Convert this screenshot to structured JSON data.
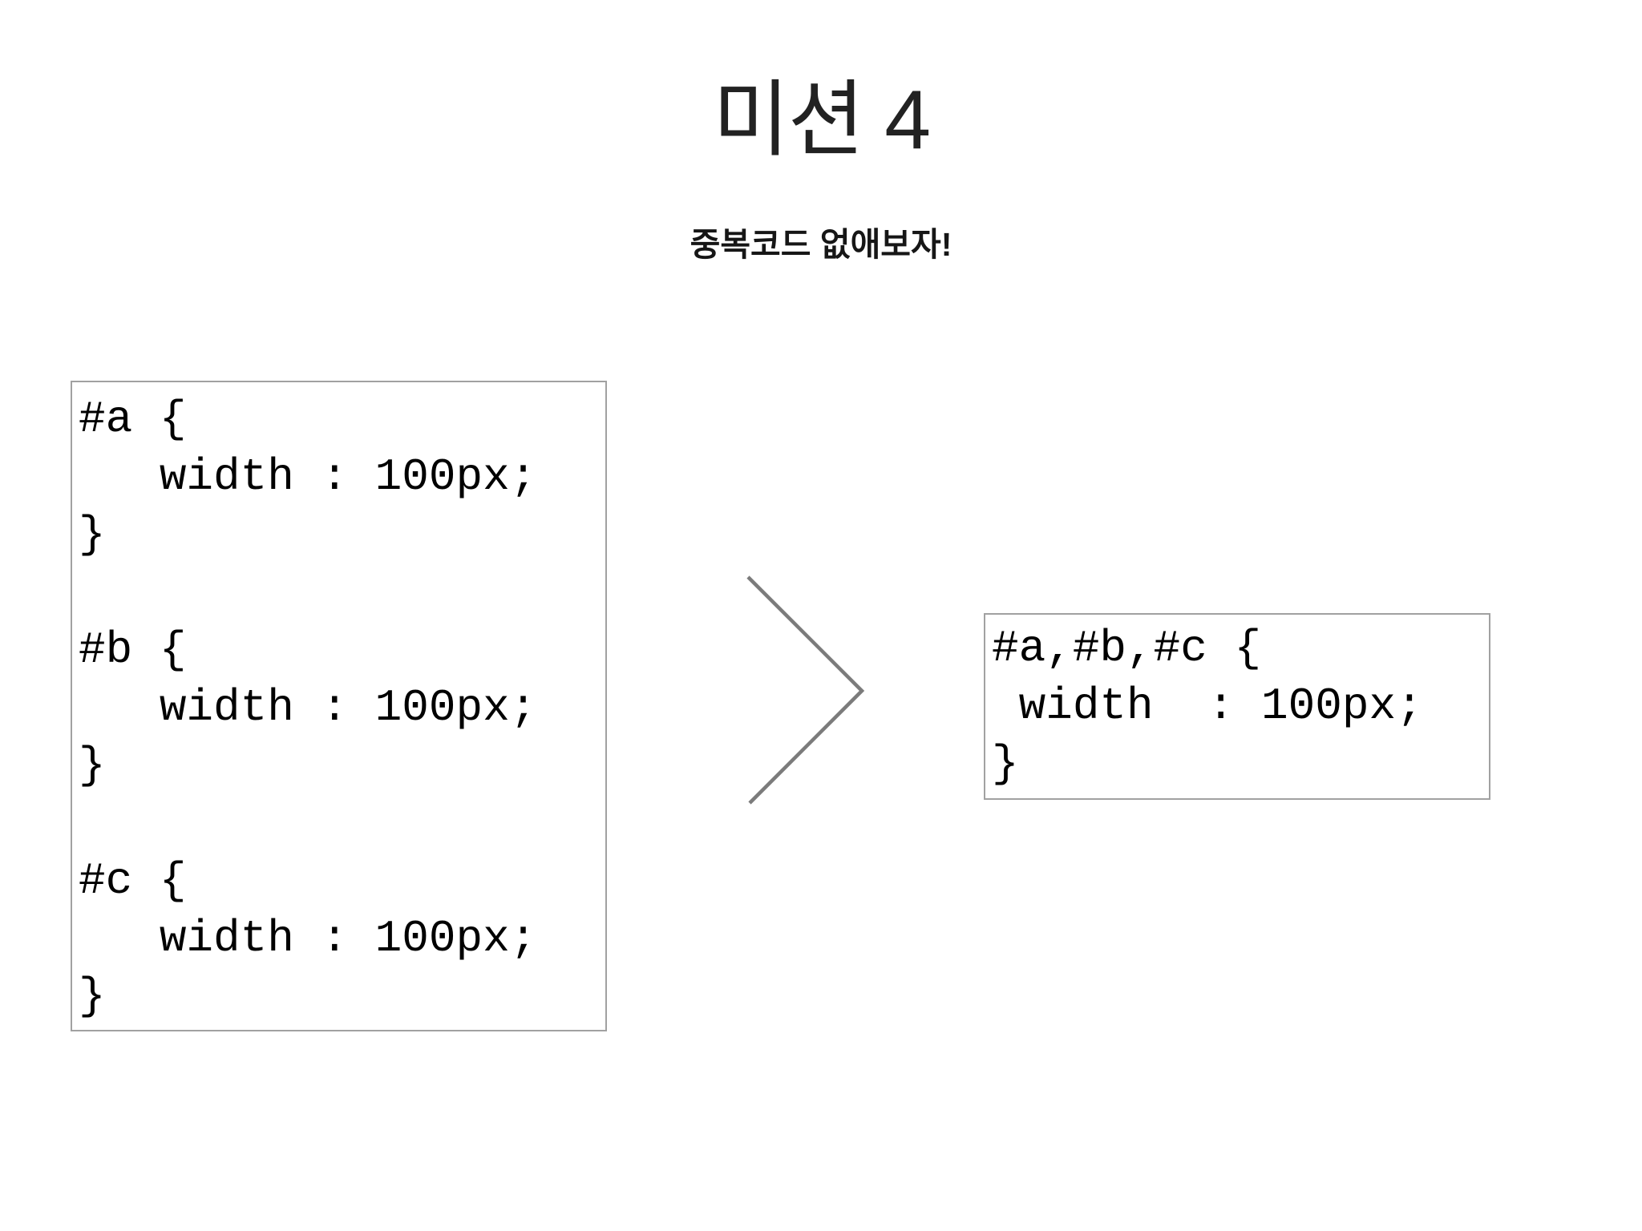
{
  "slide": {
    "title": "미션 4",
    "subtitle": "중복코드 없애보자!"
  },
  "before_code": {
    "text": "#a {\n   width : 100px;\n}\n\n#b {\n   width : 100px;\n}\n\n#c {\n   width : 100px;\n}"
  },
  "after_code": {
    "text": "#a,#b,#c {\n width  : 100px;\n}"
  },
  "icons": {
    "chevron_right": "chevron-right-icon"
  },
  "colors": {
    "background": "#ffffff",
    "code_text": "#000000",
    "title_text": "#222222",
    "subtitle_text": "#161616",
    "box_border": "#a1a1a1",
    "chevron_stroke": "#7b7b7b"
  }
}
